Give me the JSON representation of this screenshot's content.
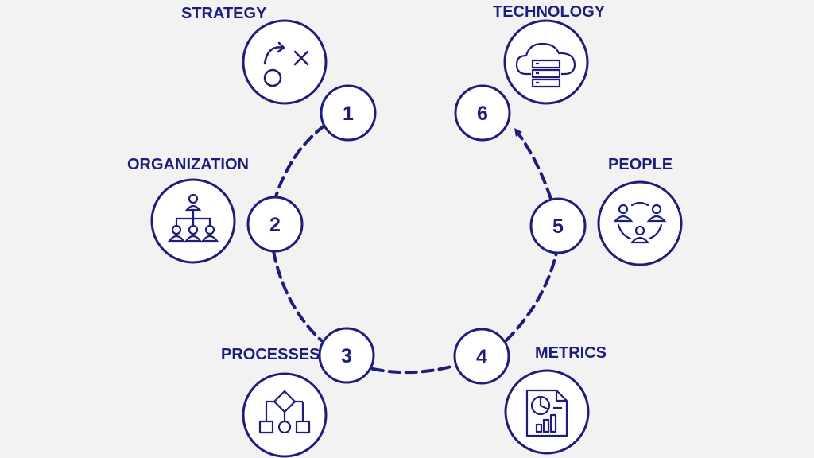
{
  "colors": {
    "navy": "#1f1d7a",
    "background": "#f2f2f3",
    "circle_fill": "#ffffff"
  },
  "steps": [
    {
      "number": "1",
      "label": "STRATEGY",
      "icon": "strategy-play-icon"
    },
    {
      "number": "2",
      "label": "ORGANIZATION",
      "icon": "org-chart-icon"
    },
    {
      "number": "3",
      "label": "PROCESSES",
      "icon": "process-flowchart-icon"
    },
    {
      "number": "4",
      "label": "METRICS",
      "icon": "metrics-report-icon"
    },
    {
      "number": "5",
      "label": "PEOPLE",
      "icon": "people-network-icon"
    },
    {
      "number": "6",
      "label": "TECHNOLOGY",
      "icon": "cloud-server-icon"
    }
  ]
}
